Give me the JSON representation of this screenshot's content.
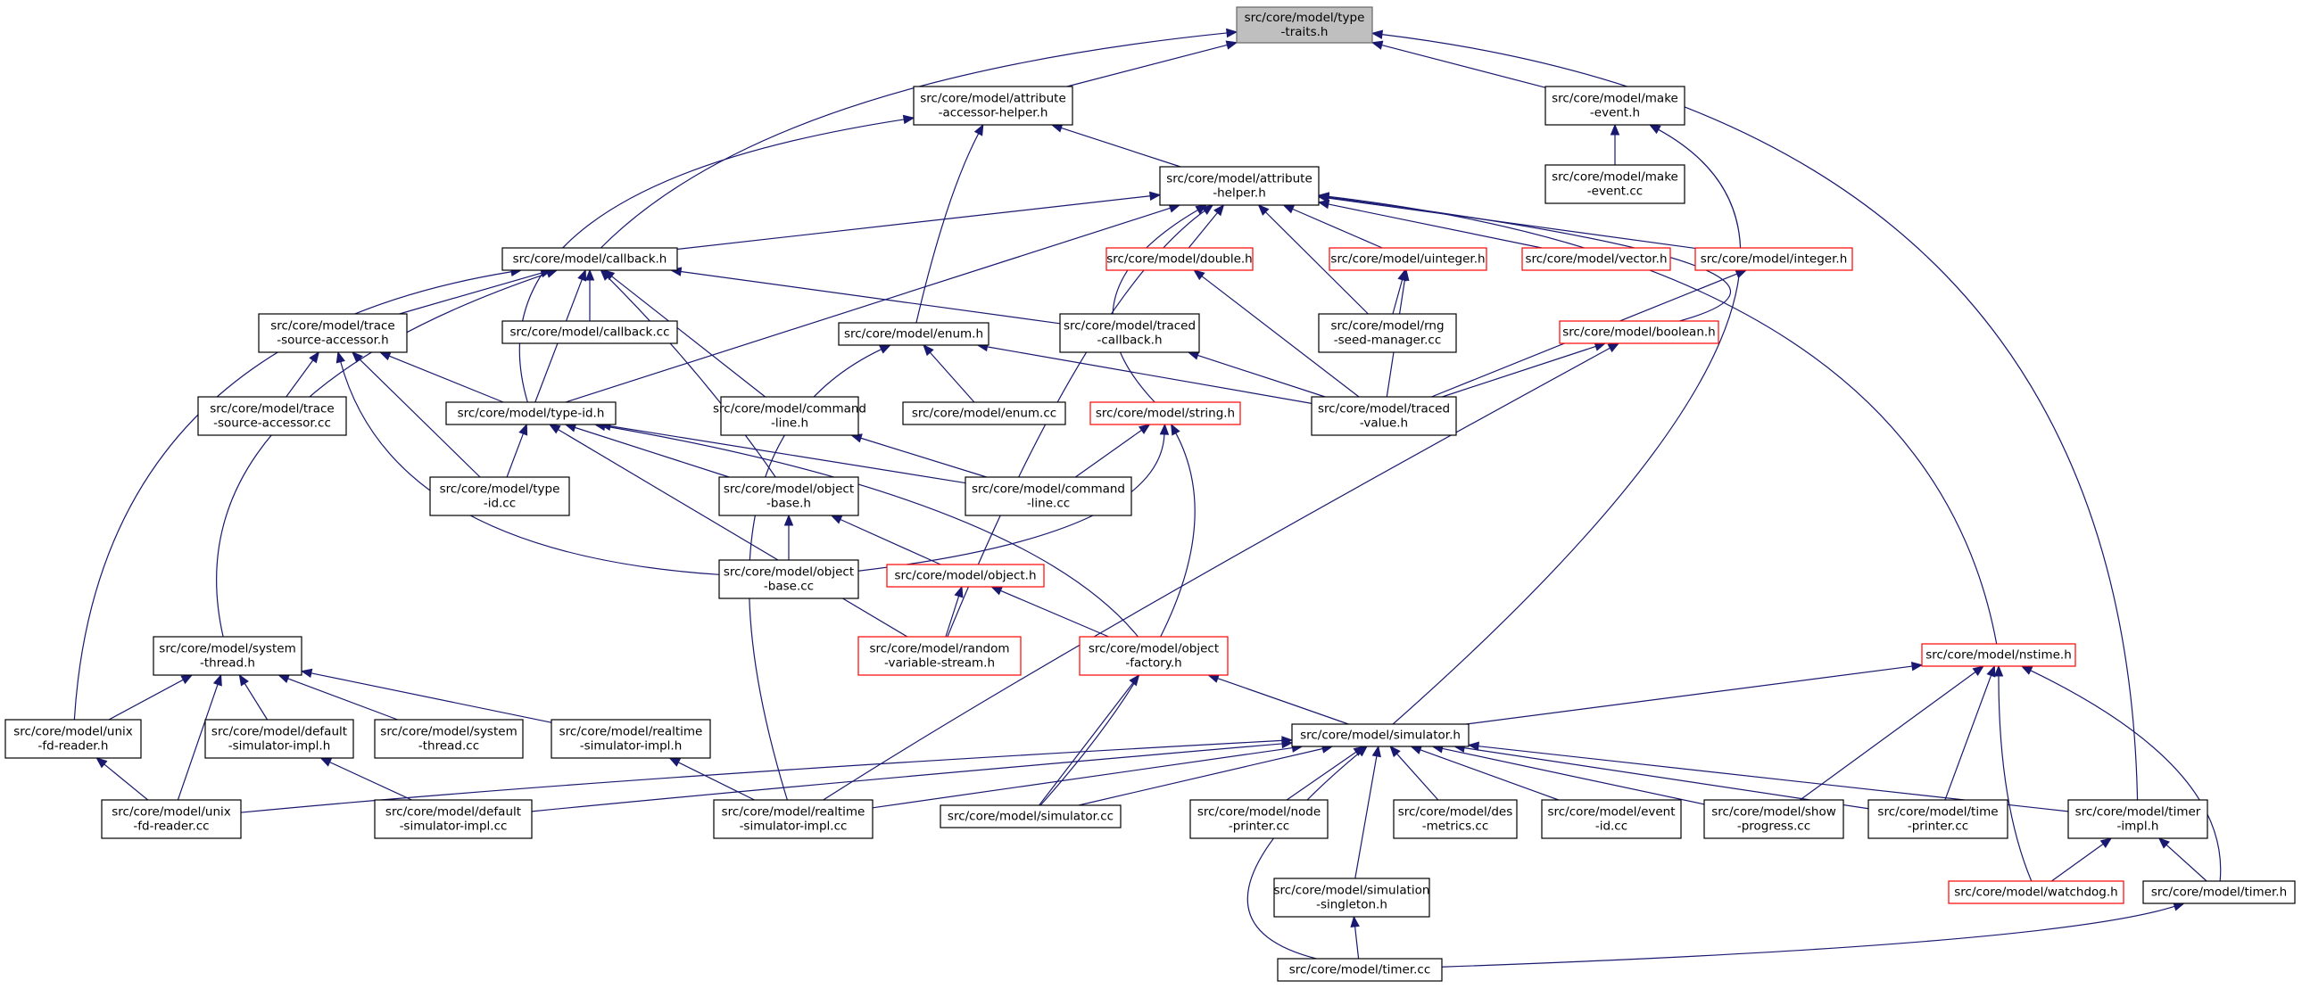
{
  "graph": {
    "colors": {
      "edge": "#191970",
      "node_border": "#000000",
      "truncated_border": "#ff0000",
      "root_fill": "#bfbfbf"
    },
    "nodes": [
      {
        "id": "type_traits",
        "lines": [
          "src/core/model/type",
          "-traits.h"
        ],
        "style": "root"
      },
      {
        "id": "attr_accessor_helper",
        "lines": [
          "src/core/model/attribute",
          "-accessor-helper.h"
        ],
        "style": "normal"
      },
      {
        "id": "make_event_h",
        "lines": [
          "src/core/model/make",
          "-event.h"
        ],
        "style": "normal"
      },
      {
        "id": "make_event_cc",
        "lines": [
          "src/core/model/make",
          "-event.cc"
        ],
        "style": "normal"
      },
      {
        "id": "attr_helper",
        "lines": [
          "src/core/model/attribute",
          "-helper.h"
        ],
        "style": "normal"
      },
      {
        "id": "callback_h",
        "lines": [
          "src/core/model/callback.h"
        ],
        "style": "normal"
      },
      {
        "id": "double_h",
        "lines": [
          "src/core/model/double.h"
        ],
        "style": "red"
      },
      {
        "id": "uinteger_h",
        "lines": [
          "src/core/model/uinteger.h"
        ],
        "style": "red"
      },
      {
        "id": "vector_h",
        "lines": [
          "src/core/model/vector.h"
        ],
        "style": "red"
      },
      {
        "id": "integer_h",
        "lines": [
          "src/core/model/integer.h"
        ],
        "style": "red"
      },
      {
        "id": "trace_source_accessor_h",
        "lines": [
          "src/core/model/trace",
          "-source-accessor.h"
        ],
        "style": "normal"
      },
      {
        "id": "callback_cc",
        "lines": [
          "src/core/model/callback.cc"
        ],
        "style": "normal"
      },
      {
        "id": "enum_h",
        "lines": [
          "src/core/model/enum.h"
        ],
        "style": "normal"
      },
      {
        "id": "traced_callback_h",
        "lines": [
          "src/core/model/traced",
          "-callback.h"
        ],
        "style": "normal"
      },
      {
        "id": "rng_seed_manager_cc",
        "lines": [
          "src/core/model/rng",
          "-seed-manager.cc"
        ],
        "style": "normal"
      },
      {
        "id": "boolean_h",
        "lines": [
          "src/core/model/boolean.h"
        ],
        "style": "red"
      },
      {
        "id": "trace_source_accessor_cc",
        "lines": [
          "src/core/model/trace",
          "-source-accessor.cc"
        ],
        "style": "normal"
      },
      {
        "id": "type_id_h",
        "lines": [
          "src/core/model/type-id.h"
        ],
        "style": "normal"
      },
      {
        "id": "command_line_h",
        "lines": [
          "src/core/model/command",
          "-line.h"
        ],
        "style": "normal"
      },
      {
        "id": "enum_cc",
        "lines": [
          "src/core/model/enum.cc"
        ],
        "style": "normal"
      },
      {
        "id": "string_h",
        "lines": [
          "src/core/model/string.h"
        ],
        "style": "red"
      },
      {
        "id": "traced_value_h",
        "lines": [
          "src/core/model/traced",
          "-value.h"
        ],
        "style": "normal"
      },
      {
        "id": "type_id_cc",
        "lines": [
          "src/core/model/type",
          "-id.cc"
        ],
        "style": "normal"
      },
      {
        "id": "object_base_h",
        "lines": [
          "src/core/model/object",
          "-base.h"
        ],
        "style": "normal"
      },
      {
        "id": "command_line_cc",
        "lines": [
          "src/core/model/command",
          "-line.cc"
        ],
        "style": "normal"
      },
      {
        "id": "object_base_cc",
        "lines": [
          "src/core/model/object",
          "-base.cc"
        ],
        "style": "normal"
      },
      {
        "id": "object_h",
        "lines": [
          "src/core/model/object.h"
        ],
        "style": "red"
      },
      {
        "id": "system_thread_h",
        "lines": [
          "src/core/model/system",
          "-thread.h"
        ],
        "style": "normal"
      },
      {
        "id": "random_variable_stream_h",
        "lines": [
          "src/core/model/random",
          "-variable-stream.h"
        ],
        "style": "red"
      },
      {
        "id": "object_factory_h",
        "lines": [
          "src/core/model/object",
          "-factory.h"
        ],
        "style": "red"
      },
      {
        "id": "nstime_h",
        "lines": [
          "src/core/model/nstime.h"
        ],
        "style": "red"
      },
      {
        "id": "unix_fd_reader_h",
        "lines": [
          "src/core/model/unix",
          "-fd-reader.h"
        ],
        "style": "normal"
      },
      {
        "id": "default_simulator_impl_h",
        "lines": [
          "src/core/model/default",
          "-simulator-impl.h"
        ],
        "style": "normal"
      },
      {
        "id": "system_thread_cc",
        "lines": [
          "src/core/model/system",
          "-thread.cc"
        ],
        "style": "normal"
      },
      {
        "id": "realtime_simulator_impl_h",
        "lines": [
          "src/core/model/realtime",
          "-simulator-impl.h"
        ],
        "style": "normal"
      },
      {
        "id": "simulator_h",
        "lines": [
          "src/core/model/simulator.h"
        ],
        "style": "normal"
      },
      {
        "id": "unix_fd_reader_cc",
        "lines": [
          "src/core/model/unix",
          "-fd-reader.cc"
        ],
        "style": "normal"
      },
      {
        "id": "default_simulator_impl_cc",
        "lines": [
          "src/core/model/default",
          "-simulator-impl.cc"
        ],
        "style": "normal"
      },
      {
        "id": "realtime_simulator_impl_cc",
        "lines": [
          "src/core/model/realtime",
          "-simulator-impl.cc"
        ],
        "style": "normal"
      },
      {
        "id": "simulator_cc",
        "lines": [
          "src/core/model/simulator.cc"
        ],
        "style": "normal"
      },
      {
        "id": "node_printer_cc",
        "lines": [
          "src/core/model/node",
          "-printer.cc"
        ],
        "style": "normal"
      },
      {
        "id": "des_metrics_cc",
        "lines": [
          "src/core/model/des",
          "-metrics.cc"
        ],
        "style": "normal"
      },
      {
        "id": "event_id_cc",
        "lines": [
          "src/core/model/event",
          "-id.cc"
        ],
        "style": "normal"
      },
      {
        "id": "show_progress_cc",
        "lines": [
          "src/core/model/show",
          "-progress.cc"
        ],
        "style": "normal"
      },
      {
        "id": "time_printer_cc",
        "lines": [
          "src/core/model/time",
          "-printer.cc"
        ],
        "style": "normal"
      },
      {
        "id": "timer_impl_h",
        "lines": [
          "src/core/model/timer",
          "-impl.h"
        ],
        "style": "normal"
      },
      {
        "id": "watchdog_h",
        "lines": [
          "src/core/model/watchdog.h"
        ],
        "style": "red"
      },
      {
        "id": "timer_h",
        "lines": [
          "src/core/model/timer.h"
        ],
        "style": "normal"
      },
      {
        "id": "simulation_singleton_h",
        "lines": [
          "src/core/model/simulation",
          "-singleton.h"
        ],
        "style": "normal"
      },
      {
        "id": "timer_cc",
        "lines": [
          "src/core/model/timer.cc"
        ],
        "style": "normal"
      }
    ],
    "edges": [
      [
        "attr_accessor_helper",
        "type_traits"
      ],
      [
        "callback_h",
        "type_traits"
      ],
      [
        "make_event_h",
        "type_traits"
      ],
      [
        "timer_impl_h",
        "type_traits"
      ],
      [
        "make_event_cc",
        "make_event_h"
      ],
      [
        "simulator_h",
        "make_event_h"
      ],
      [
        "attr_helper",
        "attr_accessor_helper"
      ],
      [
        "enum_h",
        "attr_accessor_helper"
      ],
      [
        "type_id_h",
        "attr_accessor_helper"
      ],
      [
        "callback_h",
        "attr_helper"
      ],
      [
        "double_h",
        "attr_helper"
      ],
      [
        "uinteger_h",
        "attr_helper"
      ],
      [
        "vector_h",
        "attr_helper"
      ],
      [
        "integer_h",
        "attr_helper"
      ],
      [
        "rng_seed_manager_cc",
        "attr_helper"
      ],
      [
        "boolean_h",
        "attr_helper"
      ],
      [
        "string_h",
        "attr_helper"
      ],
      [
        "type_id_h",
        "attr_helper"
      ],
      [
        "random_variable_stream_h",
        "attr_helper"
      ],
      [
        "nstime_h",
        "attr_helper"
      ],
      [
        "trace_source_accessor_h",
        "callback_h"
      ],
      [
        "callback_cc",
        "callback_h"
      ],
      [
        "traced_callback_h",
        "callback_h"
      ],
      [
        "type_id_h",
        "callback_h"
      ],
      [
        "command_line_h",
        "callback_h"
      ],
      [
        "object_base_h",
        "callback_h"
      ],
      [
        "system_thread_h",
        "callback_h"
      ],
      [
        "unix_fd_reader_h",
        "callback_h"
      ],
      [
        "traced_value_h",
        "double_h"
      ],
      [
        "rng_seed_manager_cc",
        "uinteger_h"
      ],
      [
        "traced_value_h",
        "uinteger_h"
      ],
      [
        "traced_value_h",
        "integer_h"
      ],
      [
        "traced_value_h",
        "boolean_h"
      ],
      [
        "realtime_simulator_impl_cc",
        "boolean_h"
      ],
      [
        "trace_source_accessor_cc",
        "trace_source_accessor_h"
      ],
      [
        "type_id_h",
        "trace_source_accessor_h"
      ],
      [
        "type_id_cc",
        "trace_source_accessor_h"
      ],
      [
        "object_base_cc",
        "trace_source_accessor_h"
      ],
      [
        "enum_cc",
        "enum_h"
      ],
      [
        "traced_value_h",
        "enum_h"
      ],
      [
        "realtime_simulator_impl_cc",
        "enum_h"
      ],
      [
        "traced_value_h",
        "traced_callback_h"
      ],
      [
        "type_id_cc",
        "type_id_h"
      ],
      [
        "object_base_h",
        "type_id_h"
      ],
      [
        "command_line_cc",
        "type_id_h"
      ],
      [
        "random_variable_stream_h",
        "type_id_h"
      ],
      [
        "object_factory_h",
        "type_id_h"
      ],
      [
        "command_line_cc",
        "command_line_h"
      ],
      [
        "command_line_cc",
        "string_h"
      ],
      [
        "object_base_cc",
        "string_h"
      ],
      [
        "simulator_cc",
        "string_h"
      ],
      [
        "object_base_cc",
        "object_base_h"
      ],
      [
        "object_h",
        "object_base_h"
      ],
      [
        "random_variable_stream_h",
        "object_h"
      ],
      [
        "object_factory_h",
        "object_h"
      ],
      [
        "simulator_h",
        "object_factory_h"
      ],
      [
        "simulator_cc",
        "object_factory_h"
      ],
      [
        "unix_fd_reader_h",
        "system_thread_h"
      ],
      [
        "default_simulator_impl_h",
        "system_thread_h"
      ],
      [
        "system_thread_cc",
        "system_thread_h"
      ],
      [
        "realtime_simulator_impl_h",
        "system_thread_h"
      ],
      [
        "unix_fd_reader_cc",
        "system_thread_h"
      ],
      [
        "unix_fd_reader_cc",
        "unix_fd_reader_h"
      ],
      [
        "default_simulator_impl_cc",
        "default_simulator_impl_h"
      ],
      [
        "realtime_simulator_impl_cc",
        "realtime_simulator_impl_h"
      ],
      [
        "simulator_h",
        "nstime_h"
      ],
      [
        "show_progress_cc",
        "nstime_h"
      ],
      [
        "time_printer_cc",
        "nstime_h"
      ],
      [
        "watchdog_h",
        "nstime_h"
      ],
      [
        "timer_h",
        "nstime_h"
      ],
      [
        "unix_fd_reader_cc",
        "simulator_h"
      ],
      [
        "default_simulator_impl_cc",
        "simulator_h"
      ],
      [
        "realtime_simulator_impl_cc",
        "simulator_h"
      ],
      [
        "simulator_cc",
        "simulator_h"
      ],
      [
        "node_printer_cc",
        "simulator_h"
      ],
      [
        "des_metrics_cc",
        "simulator_h"
      ],
      [
        "event_id_cc",
        "simulator_h"
      ],
      [
        "show_progress_cc",
        "simulator_h"
      ],
      [
        "time_printer_cc",
        "simulator_h"
      ],
      [
        "timer_impl_h",
        "simulator_h"
      ],
      [
        "simulation_singleton_h",
        "simulator_h"
      ],
      [
        "timer_cc",
        "simulator_h"
      ],
      [
        "watchdog_h",
        "timer_impl_h"
      ],
      [
        "timer_h",
        "timer_impl_h"
      ],
      [
        "timer_cc",
        "simulation_singleton_h"
      ],
      [
        "timer_cc",
        "timer_h"
      ]
    ]
  }
}
